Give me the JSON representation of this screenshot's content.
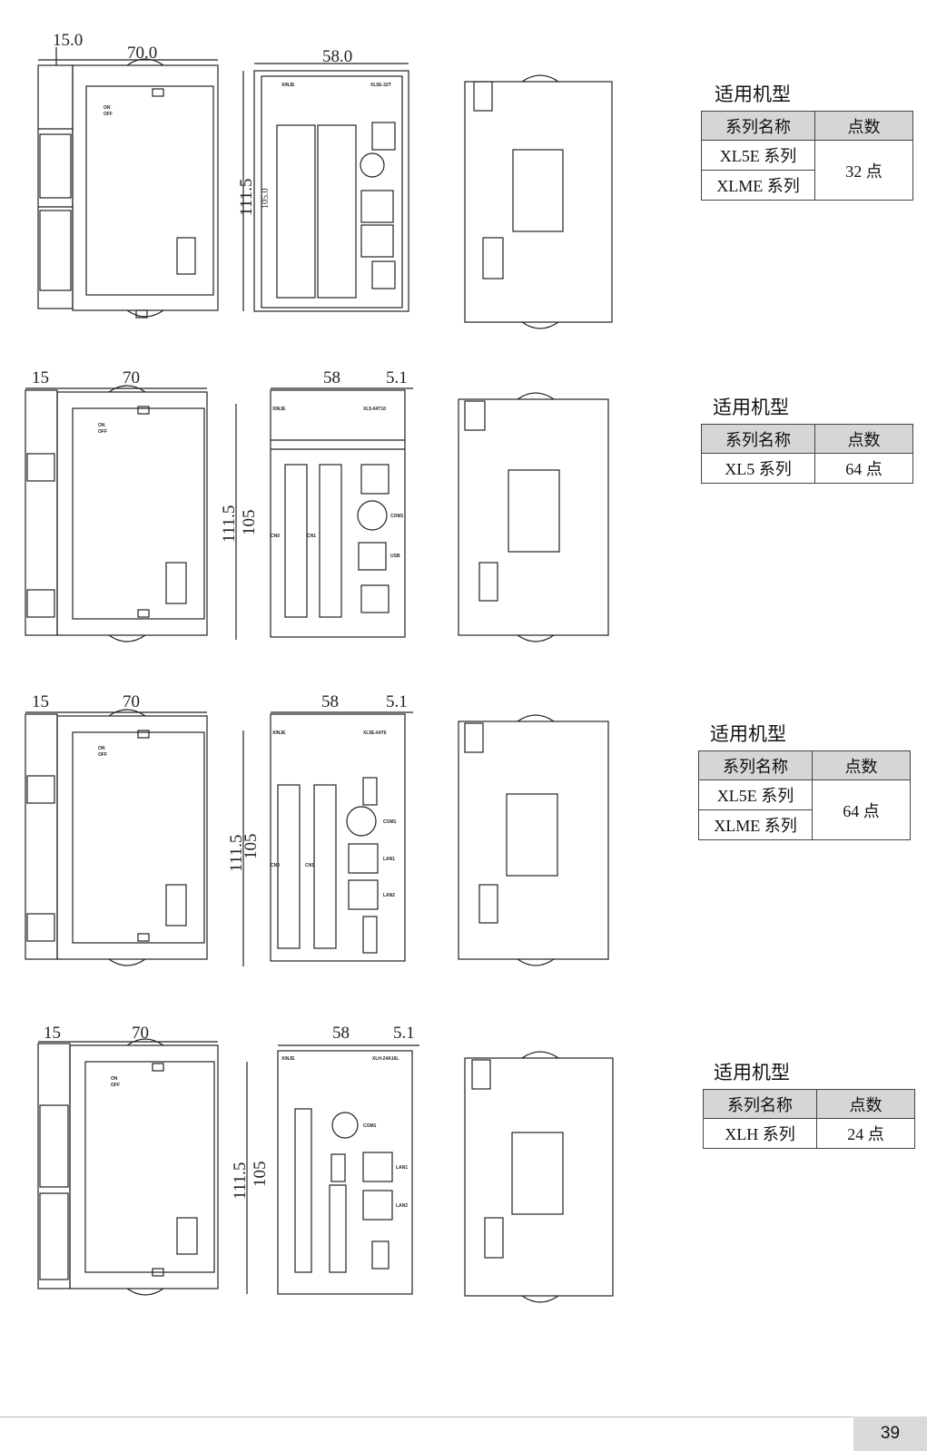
{
  "sections": [
    {
      "dims": {
        "side_depth": "15.0",
        "side_width": "70.0",
        "front_width": "58.0",
        "front_height": "111.5",
        "front_inner": "105.0"
      },
      "front_model": "XL5E-32T",
      "fit_title": "适用机型",
      "table": {
        "headers": [
          "系列名称",
          "点数"
        ],
        "series": [
          "XL5E 系列",
          "XLME 系列"
        ],
        "points": "32 点"
      }
    },
    {
      "dims": {
        "side_depth": "15",
        "side_width": "70",
        "front_width": "58",
        "front_extra": "5.1",
        "front_height": "111.5",
        "front_inner": "105"
      },
      "front_model": "XL5-64T10",
      "fit_title": "适用机型",
      "table": {
        "headers": [
          "系列名称",
          "点数"
        ],
        "series": [
          "XL5 系列"
        ],
        "points": "64 点"
      }
    },
    {
      "dims": {
        "side_depth": "15",
        "side_width": "70",
        "front_width": "58",
        "front_extra": "5.1",
        "front_height": "111.5",
        "front_inner": "105"
      },
      "front_model": "XL5E-64T6",
      "fit_title": "适用机型",
      "table": {
        "headers": [
          "系列名称",
          "点数"
        ],
        "series": [
          "XL5E 系列",
          "XLME 系列"
        ],
        "points": "64 点"
      }
    },
    {
      "dims": {
        "side_depth": "15",
        "side_width": "70",
        "front_width": "58",
        "front_extra": "5.1",
        "front_height": "111.5",
        "front_inner": "105"
      },
      "front_model": "XLH-24A16L",
      "fit_title": "适用机型",
      "table": {
        "headers": [
          "系列名称",
          "点数"
        ],
        "series": [
          "XLH 系列"
        ],
        "points": "24 点"
      }
    }
  ],
  "brand": "XINJE",
  "switch_labels": [
    "ON",
    "OFF"
  ],
  "connector_labels": [
    "CN0",
    "CN1"
  ],
  "port_labels": [
    "COM1",
    "LAN1",
    "LAN2",
    "USB"
  ],
  "page_number": "39"
}
